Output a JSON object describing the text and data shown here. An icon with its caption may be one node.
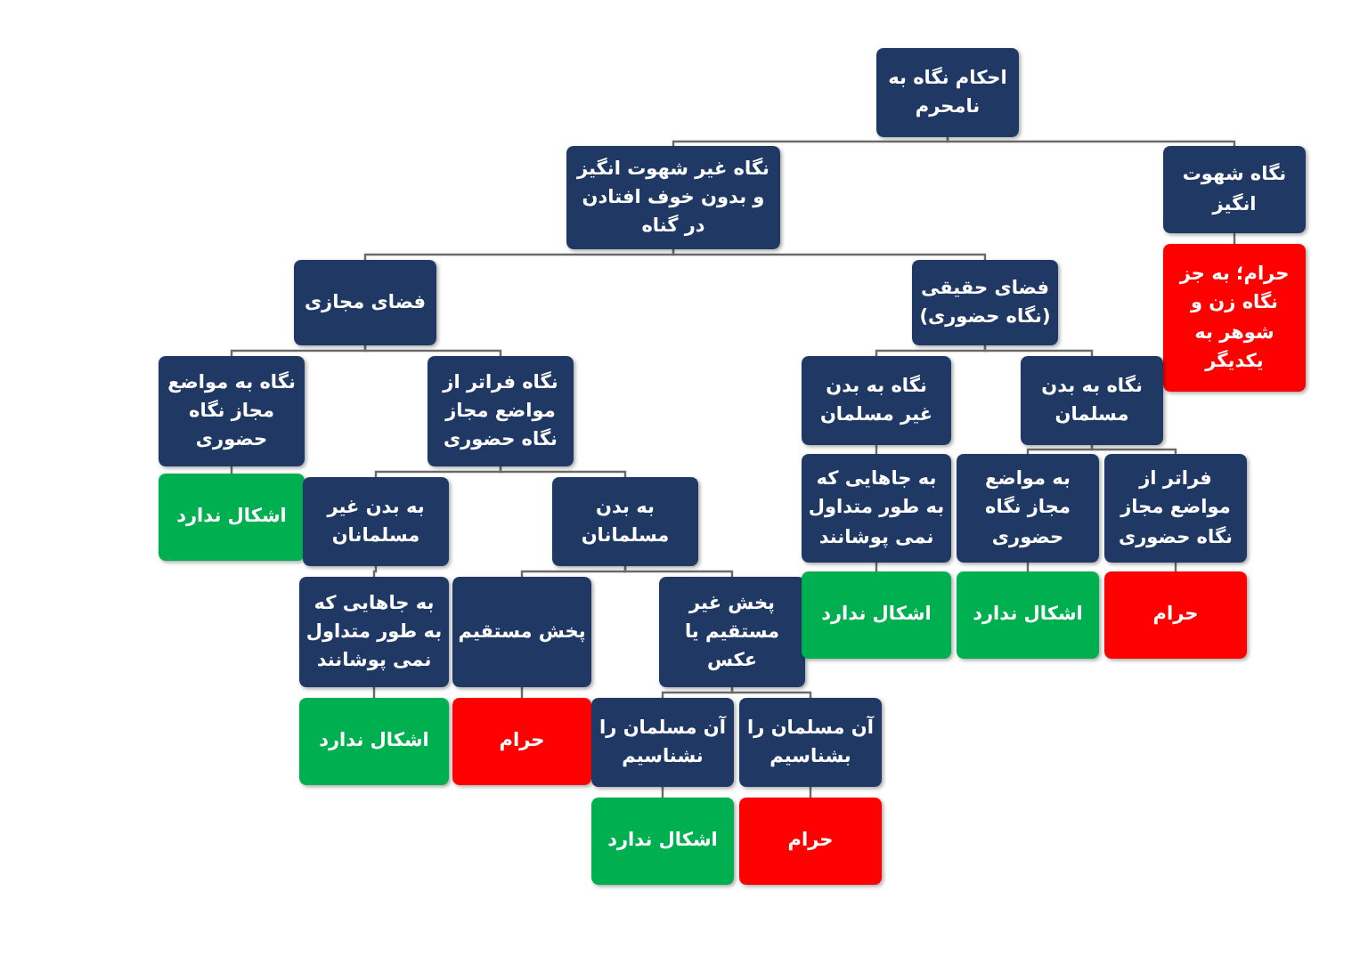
{
  "diagram": {
    "nodes": [
      {
        "text": [
          "احکام نگاه به نامحرم"
        ]
      },
      {
        "text": [
          "نگاه غیر شهوت انگیز و بدون خوف افتادن در گناه"
        ]
      },
      {
        "text": [
          "نگاه شهوت انگیز"
        ]
      },
      {
        "text": [
          "حرام؛ به جز نگاه زن و شوهر به یکدیگر"
        ]
      },
      {
        "text": [
          "فضای مجازی"
        ]
      },
      {
        "text": [
          "فضای حقیقی (نگاه حضوری)"
        ]
      },
      {
        "text": [
          "نگاه به مواضع مجاز نگاه حضوری"
        ]
      },
      {
        "text": [
          "نگاه فراتر از مواضع مجاز نگاه حضوری"
        ]
      },
      {
        "text": [
          "نگاه به بدن غیر مسلمان"
        ]
      },
      {
        "text": [
          "نگاه به بدن مسلمان"
        ]
      },
      {
        "text": [
          "اشکال ندارد"
        ]
      },
      {
        "text": [
          "به بدن غیر مسلمانان"
        ]
      },
      {
        "text": [
          "به بدن مسلمانان"
        ]
      },
      {
        "text": [
          "به جاهایی که به طور متداول نمی پوشانند"
        ]
      },
      {
        "text": [
          "به مواضع مجاز نگاه حضوری"
        ]
      },
      {
        "text": [
          "فراتر از مواضع مجاز نگاه حضوری"
        ]
      },
      {
        "text": [
          "به جاهایی که به طور متداول نمی پوشانند"
        ]
      },
      {
        "text": [
          "پخش مستقیم"
        ]
      },
      {
        "text": [
          "پخش غیر مستقیم یا عکس"
        ]
      },
      {
        "text": [
          "اشکال ندارد"
        ]
      },
      {
        "text": [
          "اشکال ندارد"
        ]
      },
      {
        "text": [
          "حرام"
        ]
      },
      {
        "text": [
          "اشکال ندارد"
        ]
      },
      {
        "text": [
          "حرام"
        ]
      },
      {
        "text": [
          "آن مسلمان را نشناسیم"
        ]
      },
      {
        "text": [
          "آن مسلمان را بشناسیم"
        ]
      },
      {
        "text": [
          "اشکال ندارد"
        ]
      },
      {
        "text": [
          "حرام"
        ]
      }
    ],
    "edges": [
      {
        "from": 0,
        "to": 1,
        "arrow": "none"
      },
      {
        "from": 0,
        "to": 2,
        "arrow": "none"
      },
      {
        "from": 2,
        "to": 3,
        "arrow": "none"
      },
      {
        "from": 1,
        "to": 4,
        "arrow": "none"
      },
      {
        "from": 1,
        "to": 5,
        "arrow": "none"
      },
      {
        "from": 4,
        "to": 6,
        "arrow": "none"
      },
      {
        "from": 4,
        "to": 7,
        "arrow": "none"
      },
      {
        "from": 6,
        "to": 10,
        "arrow": "none"
      },
      {
        "from": 7,
        "to": 11,
        "arrow": "none"
      },
      {
        "from": 7,
        "to": 12,
        "arrow": "none"
      },
      {
        "from": 5,
        "to": 8,
        "arrow": "none"
      },
      {
        "from": 5,
        "to": 9,
        "arrow": "none"
      },
      {
        "from": 8,
        "to": 13,
        "arrow": "none"
      },
      {
        "from": 9,
        "to": 14,
        "arrow": "none"
      },
      {
        "from": 9,
        "to": 15,
        "arrow": "none"
      },
      {
        "from": 13,
        "to": 19,
        "arrow": "none"
      },
      {
        "from": 14,
        "to": 20,
        "arrow": "none"
      },
      {
        "from": 15,
        "to": 21,
        "arrow": "none"
      },
      {
        "from": 11,
        "to": 16,
        "arrow": "none"
      },
      {
        "from": 12,
        "to": 17,
        "arrow": "none"
      },
      {
        "from": 12,
        "to": 18,
        "arrow": "none"
      },
      {
        "from": 16,
        "to": 22,
        "arrow": "none"
      },
      {
        "from": 17,
        "to": 23,
        "arrow": "none"
      },
      {
        "from": 18,
        "to": 24,
        "arrow": "none"
      },
      {
        "from": 18,
        "to": 25,
        "arrow": "none"
      },
      {
        "from": 24,
        "to": 26,
        "arrow": "none"
      },
      {
        "from": 25,
        "to": 27,
        "arrow": "none"
      }
    ]
  }
}
